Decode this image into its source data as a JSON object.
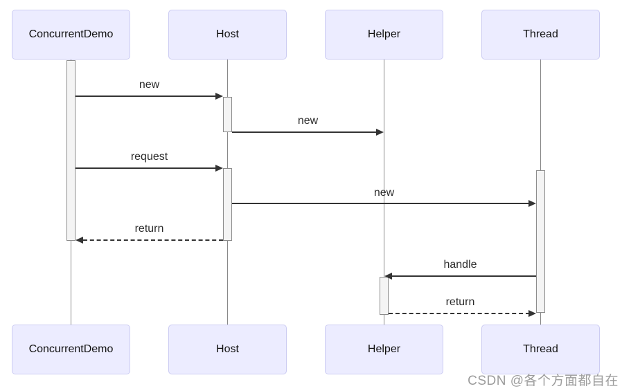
{
  "diagram": {
    "type": "sequence",
    "actors": [
      {
        "name": "ConcurrentDemo"
      },
      {
        "name": "Host"
      },
      {
        "name": "Helper"
      },
      {
        "name": "Thread"
      }
    ],
    "messages": [
      {
        "from": "ConcurrentDemo",
        "to": "Host",
        "label": "new",
        "line": "solid"
      },
      {
        "from": "Host",
        "to": "Helper",
        "label": "new",
        "line": "solid"
      },
      {
        "from": "ConcurrentDemo",
        "to": "Host",
        "label": "request",
        "line": "solid"
      },
      {
        "from": "Host",
        "to": "Thread",
        "label": "new",
        "line": "solid"
      },
      {
        "from": "Host",
        "to": "ConcurrentDemo",
        "label": "return",
        "line": "dashed"
      },
      {
        "from": "Thread",
        "to": "Helper",
        "label": "handle",
        "line": "solid"
      },
      {
        "from": "Helper",
        "to": "Thread",
        "label": "return",
        "line": "dashed"
      }
    ],
    "colors": {
      "actor_fill": "#ECECFF",
      "actor_border": "#CCCCF2",
      "activation_fill": "#F4F4F4",
      "activation_border": "#8C8C8C",
      "lifeline": "#888888",
      "message": "#333333",
      "text": "#111111"
    }
  },
  "watermark": {
    "text": "CSDN @各个方面都自在",
    "color": "#9C9C9C"
  }
}
